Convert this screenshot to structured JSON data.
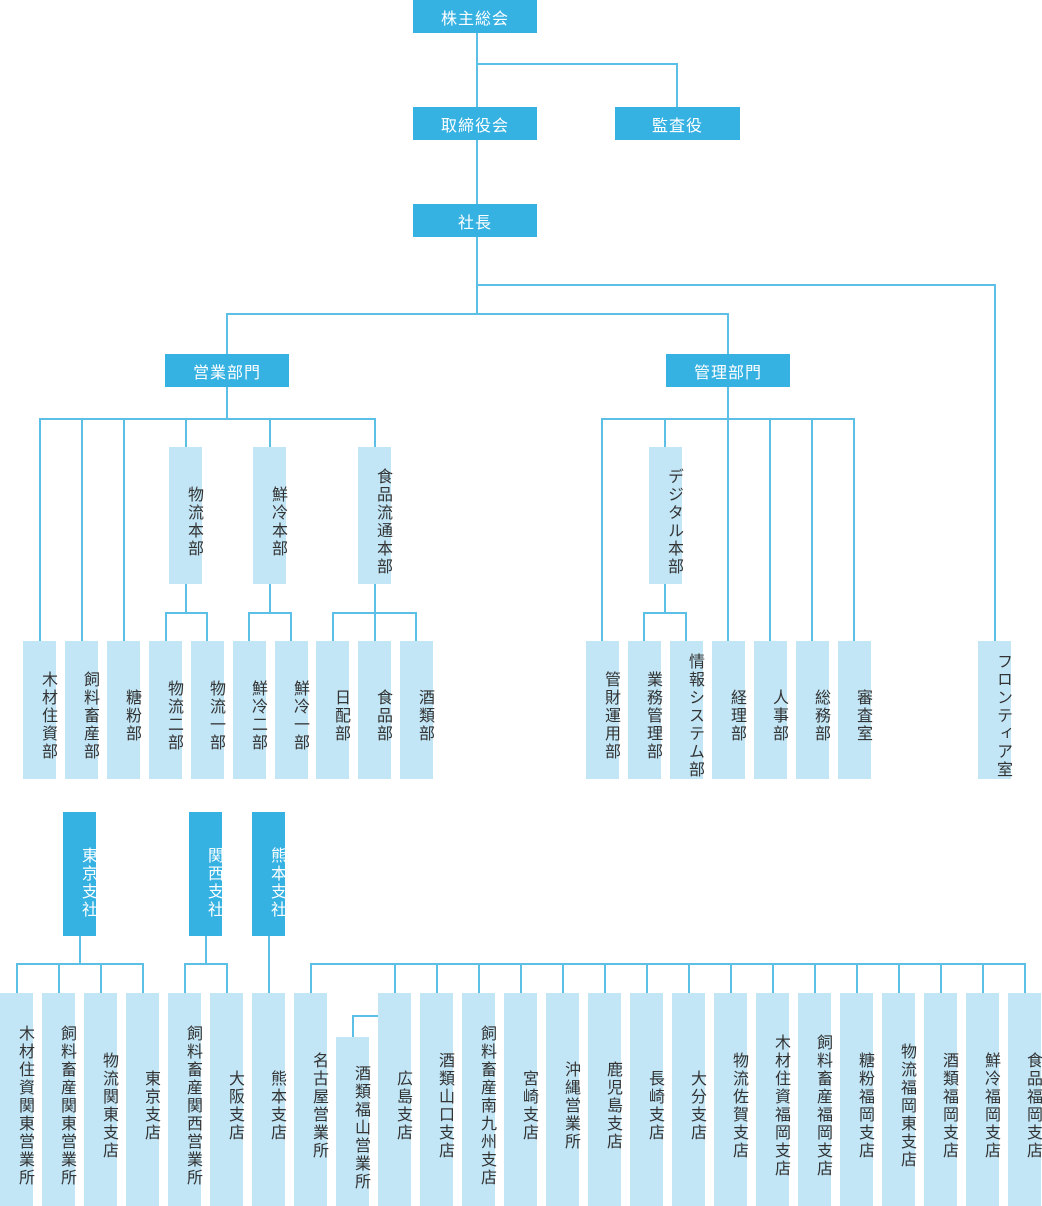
{
  "title": "組織図",
  "colors": {
    "primary": "#35b1e2",
    "secondary": "#c3e6f6",
    "line": "#5cc0e6",
    "text_dark": "#333333",
    "text_light": "#ffffff"
  },
  "top": {
    "shareholders": "株主総会",
    "board": "取締役会",
    "auditor": "監査役",
    "president": "社長"
  },
  "divisions": {
    "sales": "営業部門",
    "admin": "管理部門",
    "frontier": "フロンティア室"
  },
  "sales": {
    "direct": [
      "木材住資部",
      "飼料畜産部",
      "糖粉部"
    ],
    "hq": [
      {
        "name": "物流本部",
        "depts": [
          "物流二部",
          "物流一部"
        ]
      },
      {
        "name": "鮮冷本部",
        "depts": [
          "鮮冷二部",
          "鮮冷一部"
        ]
      },
      {
        "name": "食品流通本部",
        "depts": [
          "日配部",
          "食品部",
          "酒類部"
        ]
      }
    ]
  },
  "admin": {
    "first": "管財運用部",
    "hq": {
      "name": "デジタル本部",
      "depts": [
        "業務管理部",
        "情報システム部"
      ]
    },
    "others": [
      "経理部",
      "人事部",
      "総務部",
      "審査室"
    ]
  },
  "branches": [
    {
      "name": "東京支社",
      "offices": [
        "木材住資関東営業所",
        "飼料畜産関東営業所",
        "物流関東支店",
        "東京支店"
      ]
    },
    {
      "name": "関西支社",
      "offices": [
        "飼料畜産関西営業所",
        "大阪支店"
      ]
    },
    {
      "name": "熊本支社",
      "offices": [
        "熊本支店"
      ]
    }
  ],
  "fukuoka_group": {
    "offices": [
      "名古屋営業所",
      "酒類福山営業所",
      "広島支店",
      "酒類山口支店",
      "飼料畜産南九州支店",
      "宮崎支店",
      "沖縄営業所",
      "鹿児島支店",
      "長崎支店",
      "大分支店",
      "物流佐賀支店",
      "木材住資福岡支店",
      "飼料畜産福岡支店",
      "糖粉福岡支店",
      "物流福岡東支店",
      "酒類福岡支店",
      "鮮冷福岡支店",
      "食品福岡支店"
    ]
  }
}
